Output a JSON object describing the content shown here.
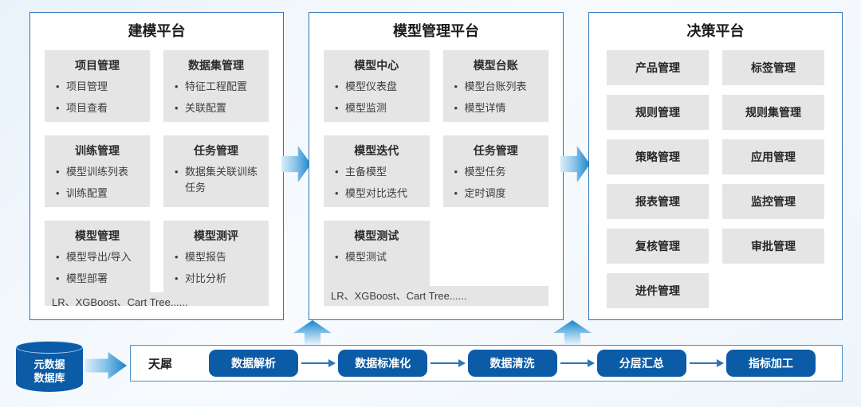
{
  "colors": {
    "panel_border": "#2E75B6",
    "card_bg": "#e5e5e5",
    "dark_blue": "#0B5BA7",
    "arrow_gradient_blue": "#1a83cb"
  },
  "platforms": [
    {
      "title": "建模平台",
      "cards": [
        {
          "title": "项目管理",
          "items": [
            "项目管理",
            "项目查看"
          ]
        },
        {
          "title": "数据集管理",
          "items": [
            "特征工程配置",
            "关联配置"
          ]
        },
        {
          "title": "训练管理",
          "items": [
            "模型训练列表",
            "训练配置"
          ]
        },
        {
          "title": "任务管理",
          "items": [
            "数据集关联训练任务"
          ]
        },
        {
          "title": "模型管理",
          "items": [
            "模型导出/导入",
            "模型部署"
          ]
        },
        {
          "title": "模型测评",
          "items": [
            "模型报告",
            "对比分析"
          ]
        }
      ],
      "footer": "LR、XGBoost、Cart Tree......"
    },
    {
      "title": "模型管理平台",
      "cards": [
        {
          "title": "模型中心",
          "items": [
            "模型仪表盘",
            "模型监测"
          ]
        },
        {
          "title": "模型台账",
          "items": [
            "模型台账列表",
            "模型详情"
          ]
        },
        {
          "title": "模型迭代",
          "items": [
            "主备模型",
            "模型对比迭代"
          ]
        },
        {
          "title": "任务管理",
          "items": [
            "模型任务",
            "定时调度"
          ]
        },
        {
          "title": "模型测试",
          "items": [
            "模型测试"
          ]
        }
      ],
      "footer": "LR、XGBoost、Cart Tree......"
    },
    {
      "title": "决策平台",
      "tiles": [
        "产品管理",
        "标签管理",
        "规则管理",
        "规则集管理",
        "策略管理",
        "应用管理",
        "报表管理",
        "监控管理",
        "复核管理",
        "审批管理",
        "进件管理"
      ]
    }
  ],
  "datasource": {
    "line1": "元数据",
    "line2": "数据库"
  },
  "pipeline": {
    "engine": "天犀",
    "stages": [
      "数据解析",
      "数据标准化",
      "数据清洗",
      "分层汇总",
      "指标加工"
    ]
  }
}
